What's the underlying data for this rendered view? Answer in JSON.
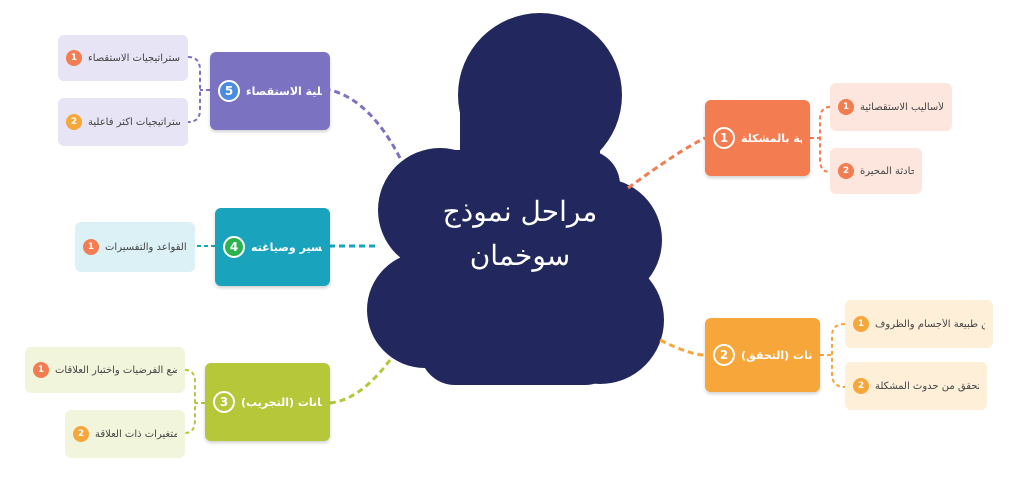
{
  "center": {
    "line1": "مراحل نموذج",
    "line2": "سوخمان"
  },
  "colors": {
    "cloud": "#22285e",
    "branch1": "#f37c50",
    "branch1_light": "#fde6dd",
    "branch2": "#f7a63a",
    "branch2_light": "#feefd9",
    "branch3": "#b6c73a",
    "branch3_light": "#f1f5dc",
    "branch4": "#1aa3bd",
    "branch4_light": "#dcf1f5",
    "branch5": "#7b73c2",
    "branch5_light": "#e6e4f5"
  },
  "branches": [
    {
      "num": "1",
      "label": "المواجهة بالمشكلة",
      "subs": [
        {
          "num": "1",
          "label": "شرح الأساليب الاستقصائية"
        },
        {
          "num": "2",
          "label": "تقديم الحادثة المحيرة"
        }
      ]
    },
    {
      "num": "2",
      "label": "جمع البيانات (التحقق)",
      "subs": [
        {
          "num": "1",
          "label": "التحقق من طبيعة الأجسام والظروف"
        },
        {
          "num": "2",
          "label": "التحقق من حدوث المشكلة"
        }
      ]
    },
    {
      "num": "3",
      "label": "جمع البيانات (التجريب)",
      "subs": [
        {
          "num": "1",
          "label": "وضع الفرضيات واختبار العلاقات"
        },
        {
          "num": "2",
          "label": "عزل المتغيرات ذات العلاقة"
        }
      ]
    },
    {
      "num": "4",
      "label": "تنظيم التفسير وصياغته",
      "subs": [
        {
          "num": "1",
          "label": "صياغة القواعد والتفسيرات"
        }
      ]
    },
    {
      "num": "5",
      "label": "تحليل عملية الاستقصاء",
      "subs": [
        {
          "num": "1",
          "label": "تحليل استراتيجيات الاستقصاء"
        },
        {
          "num": "2",
          "label": "تطوير استراتيجيات أكثر فاعلية"
        }
      ]
    }
  ]
}
